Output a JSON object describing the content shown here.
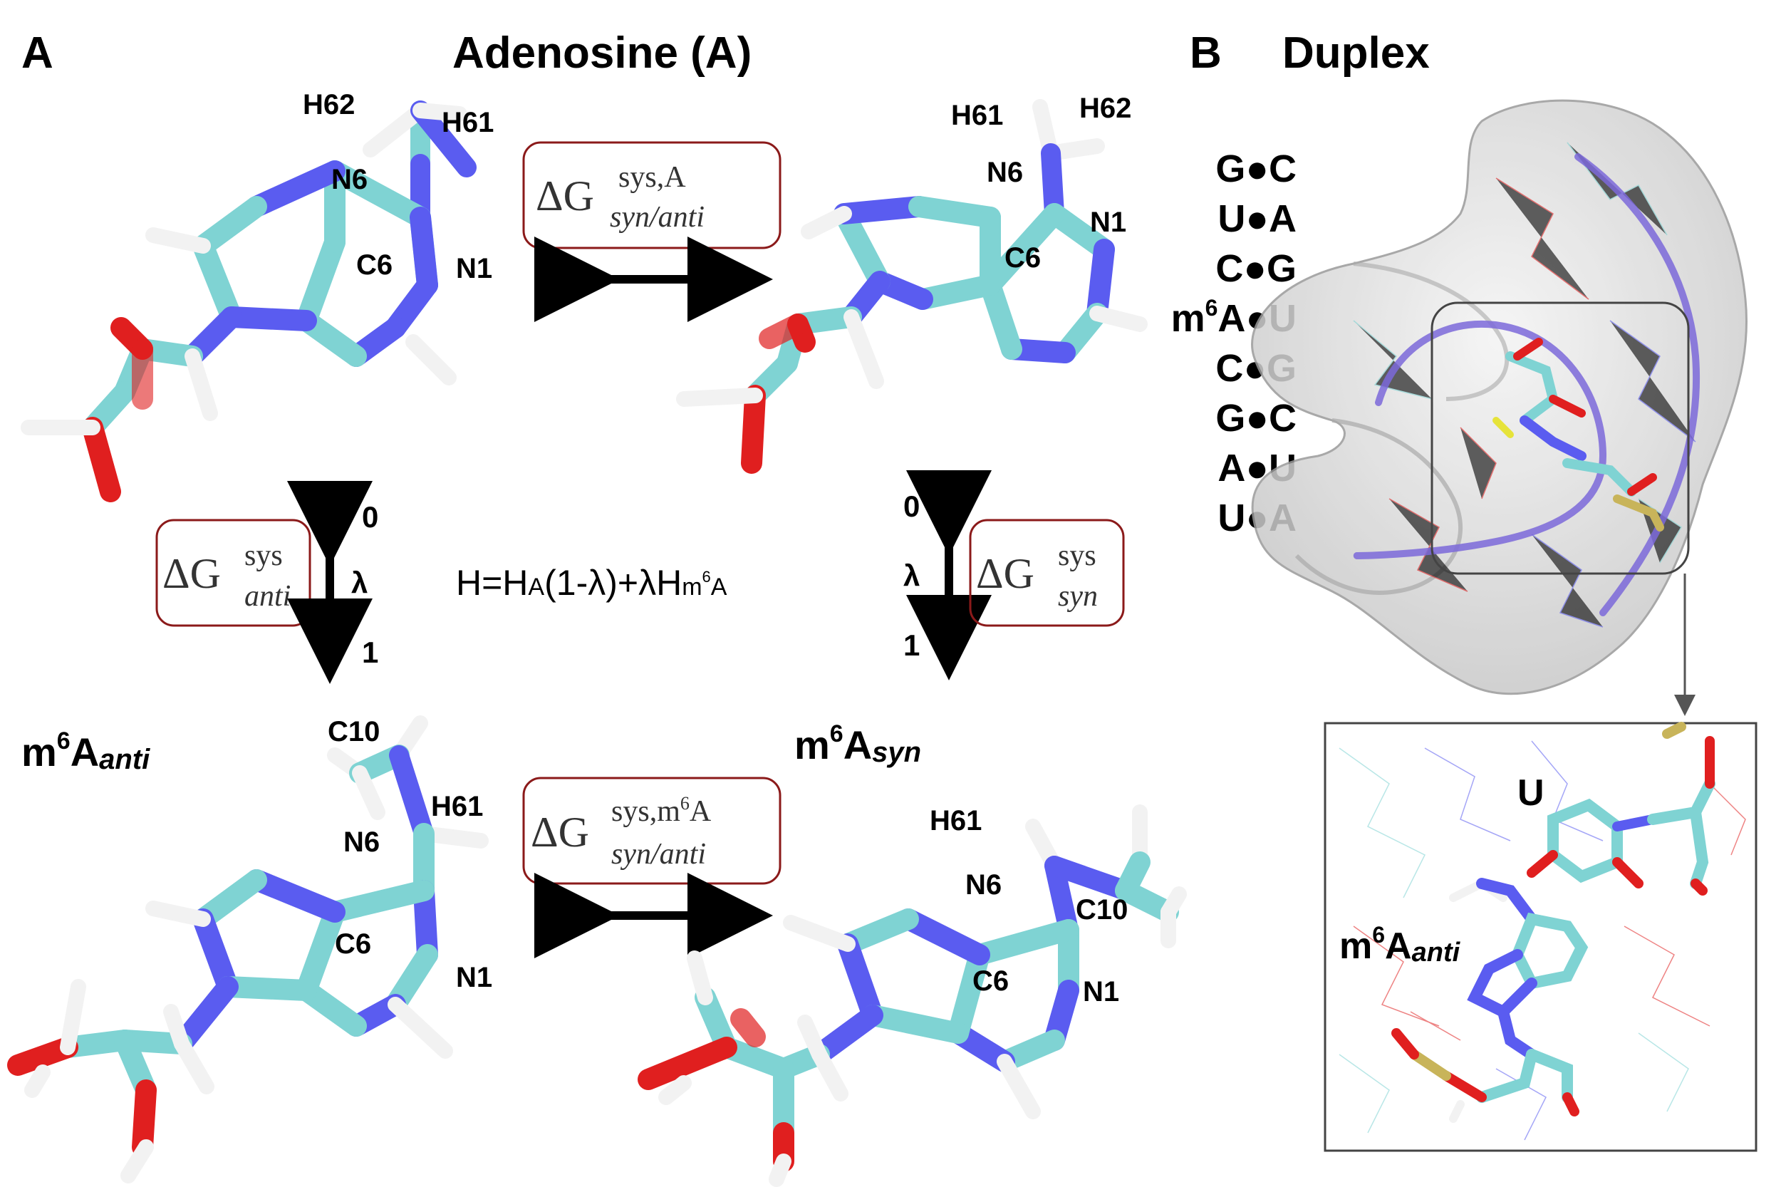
{
  "panel_a": {
    "letter": "A",
    "title": "Adenosine (A)",
    "atoms_anti": {
      "h62": "H62",
      "h61": "H61",
      "n6": "N6",
      "c6": "C6",
      "n1": "N1"
    },
    "atoms_syn": {
      "h61": "H61",
      "h62": "H62",
      "n6": "N6",
      "c6": "C6",
      "n1": "N1"
    },
    "box_top": {
      "delta": "ΔG",
      "sup": "sys,A",
      "sub": "syn/anti"
    },
    "box_left": {
      "delta": "ΔG",
      "sup": "sys",
      "sub": "anti"
    },
    "box_right": {
      "delta": "ΔG",
      "sup": "sys",
      "sub": "syn"
    },
    "box_bottom": {
      "delta": "ΔG",
      "sup": "sys,m",
      "sup_six": "6",
      "sup_tail": "A",
      "sub": "syn/anti"
    },
    "lambda_left": {
      "top": "0",
      "mid": "λ",
      "bot": "1"
    },
    "lambda_right": {
      "top": "0",
      "mid": "λ",
      "bot": "1"
    },
    "hamiltonian": {
      "h": "H=H",
      "sub_a": "A",
      "mid": "(1-λ)+λH",
      "sub_m": "m",
      "sub_six": "6",
      "sub_tail": "A"
    },
    "m6a_anti": {
      "m": "m",
      "six": "6",
      "a": "A",
      "state": "anti"
    },
    "m6a_syn": {
      "m": "m",
      "six": "6",
      "a": "A",
      "state": "syn"
    },
    "atoms_m6a_anti": {
      "c10": "C10",
      "h61": "H61",
      "n6": "N6",
      "c6": "C6",
      "n1": "N1"
    },
    "atoms_m6a_syn": {
      "h61": "H61",
      "n6": "N6",
      "c10": "C10",
      "c6": "C6",
      "n1": "N1"
    }
  },
  "panel_b": {
    "letter": "B",
    "title": "Duplex",
    "pairs": [
      {
        "text": "G●C"
      },
      {
        "text": "U●A"
      },
      {
        "text": "C●G"
      },
      {
        "m": "m",
        "six": "6",
        "text": "A●U"
      },
      {
        "text": "C●G"
      },
      {
        "text": "G●C"
      },
      {
        "text": "A●U"
      },
      {
        "text": "U●A"
      }
    ],
    "inset": {
      "u": "U",
      "m": "m",
      "six": "6",
      "a": "A",
      "state": "anti"
    }
  },
  "colors": {
    "box_border": "#8b1a1a",
    "carbon": "#7fd3d3",
    "nitrogen": "#5a5cf0",
    "oxygen": "#e01f1f",
    "hydrogen": "#f2f2f2",
    "phosphorus": "#c8b45a",
    "backbone": "#7b68d9"
  }
}
